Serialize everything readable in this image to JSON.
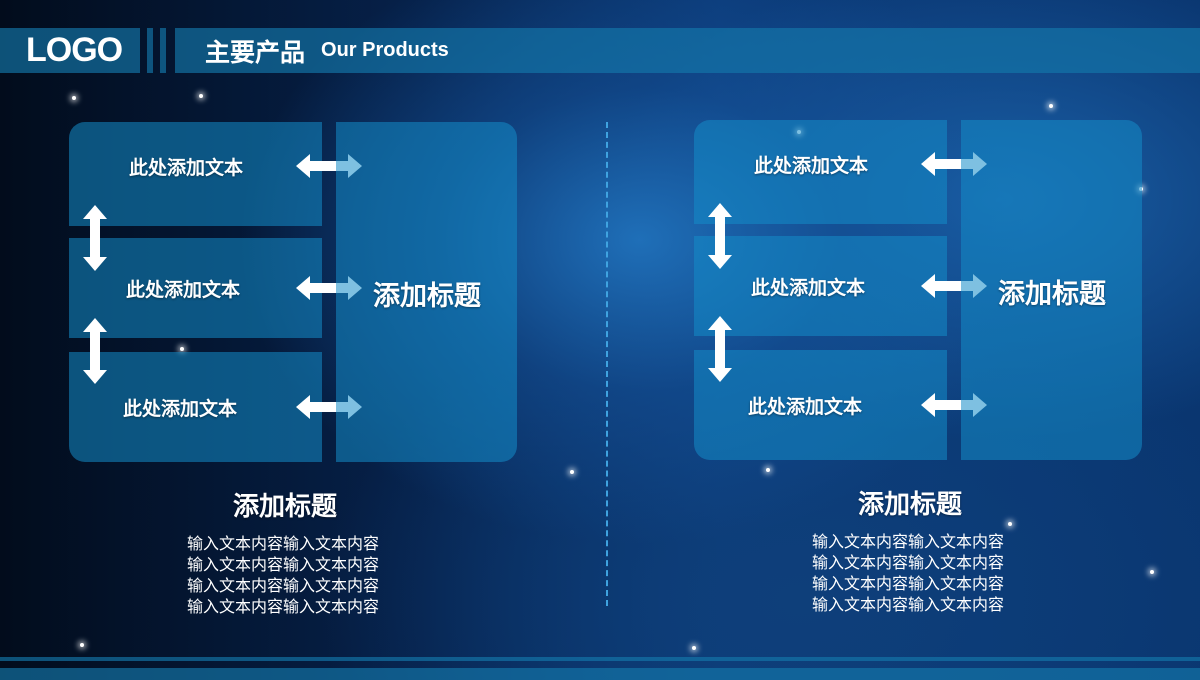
{
  "header": {
    "logo": "LOGO",
    "title_cn": "主要产品",
    "title_en": "Our Products"
  },
  "diagrams": [
    {
      "items": [
        "此处添加文本",
        "此处添加文本",
        "此处添加文本"
      ],
      "side_title": "添加标题",
      "caption_title": "添加标题",
      "caption_lines": [
        "输入文本内容输入文本内容",
        "输入文本内容输入文本内容",
        "输入文本内容输入文本内容",
        "输入文本内容输入文本内容"
      ]
    },
    {
      "items": [
        "此处添加文本",
        "此处添加文本",
        "此处添加文本"
      ],
      "side_title": "添加标题",
      "caption_title": "添加标题",
      "caption_lines": [
        "输入文本内容输入文本内容",
        "输入文本内容输入文本内容",
        "输入文本内容输入文本内容",
        "输入文本内容输入文本内容"
      ]
    }
  ]
}
